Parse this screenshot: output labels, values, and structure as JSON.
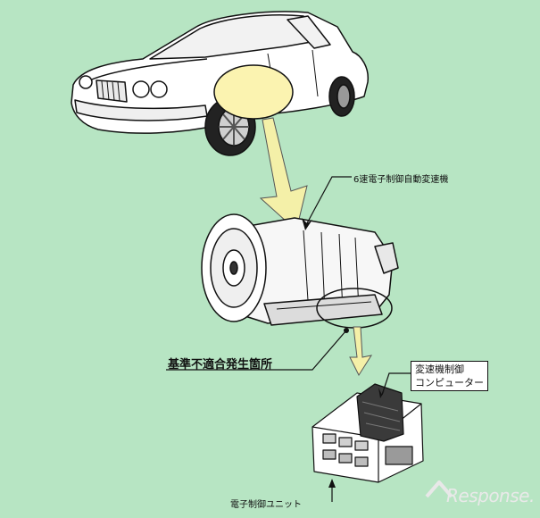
{
  "labels": {
    "transmission": "6速電子制御自動変速機",
    "defect_location": "基準不適合発生箇所",
    "tcm_line1": "変速機制御",
    "tcm_line2": "コンピューター",
    "control_unit": "電子制御ユニット"
  },
  "watermark": "Response.",
  "colors": {
    "background": "#b7e5c3",
    "highlight_ellipse": "#fbf3b0",
    "arrow_fill": "#f4f0a8",
    "line": "#111111"
  }
}
